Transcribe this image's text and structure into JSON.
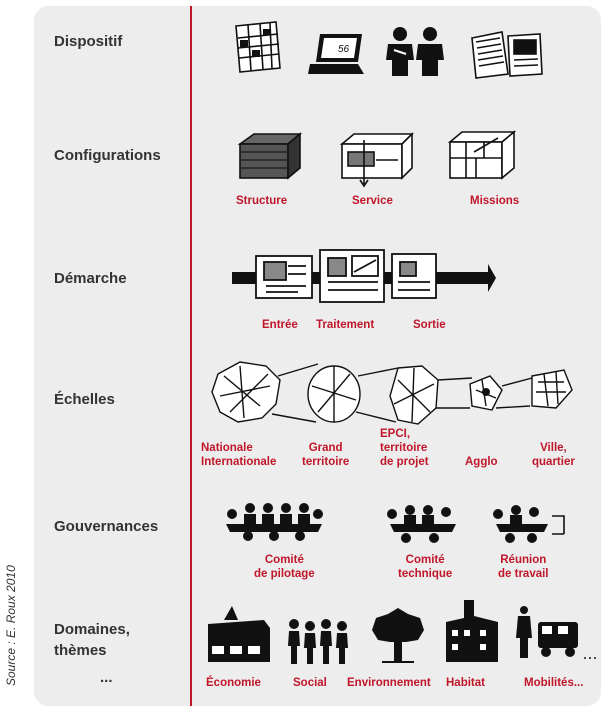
{
  "rows": {
    "dispositif": "Dispositif",
    "configurations": "Configurations",
    "demarche": "Démarche",
    "echelles": "Échelles",
    "gouvernances": "Gouvernances",
    "domaines_line1": "Domaines,",
    "domaines_line2": "thèmes",
    "ellipsis": "..."
  },
  "configurations": [
    "Structure",
    "Service",
    "Missions"
  ],
  "demarche": [
    "Entrée",
    "Traitement",
    "Sortie"
  ],
  "echelles": {
    "nationale_l1": "Nationale",
    "nationale_l2": "Internationale",
    "grand_l1": "Grand",
    "grand_l2": "territoire",
    "epci_l1": "EPCI,",
    "epci_l2": "territoire",
    "epci_l3": "de projet",
    "agglo": "Agglo",
    "ville_l1": "Ville,",
    "ville_l2": "quartier"
  },
  "gouvernances": {
    "comite_pilotage_l1": "Comité",
    "comite_pilotage_l2": "de pilotage",
    "comite_technique_l1": "Comité",
    "comite_technique_l2": "technique",
    "reunion_l1": "Réunion",
    "reunion_l2": "de travail"
  },
  "domaines": [
    "Économie",
    "Social",
    "Environnement",
    "Habitat",
    "Mobilités..."
  ],
  "laptop_screen_text": "56",
  "source": "Source : E. Roux 2010",
  "colors": {
    "accent": "#c0162a",
    "panel": "#ededed",
    "ink": "#111111"
  }
}
